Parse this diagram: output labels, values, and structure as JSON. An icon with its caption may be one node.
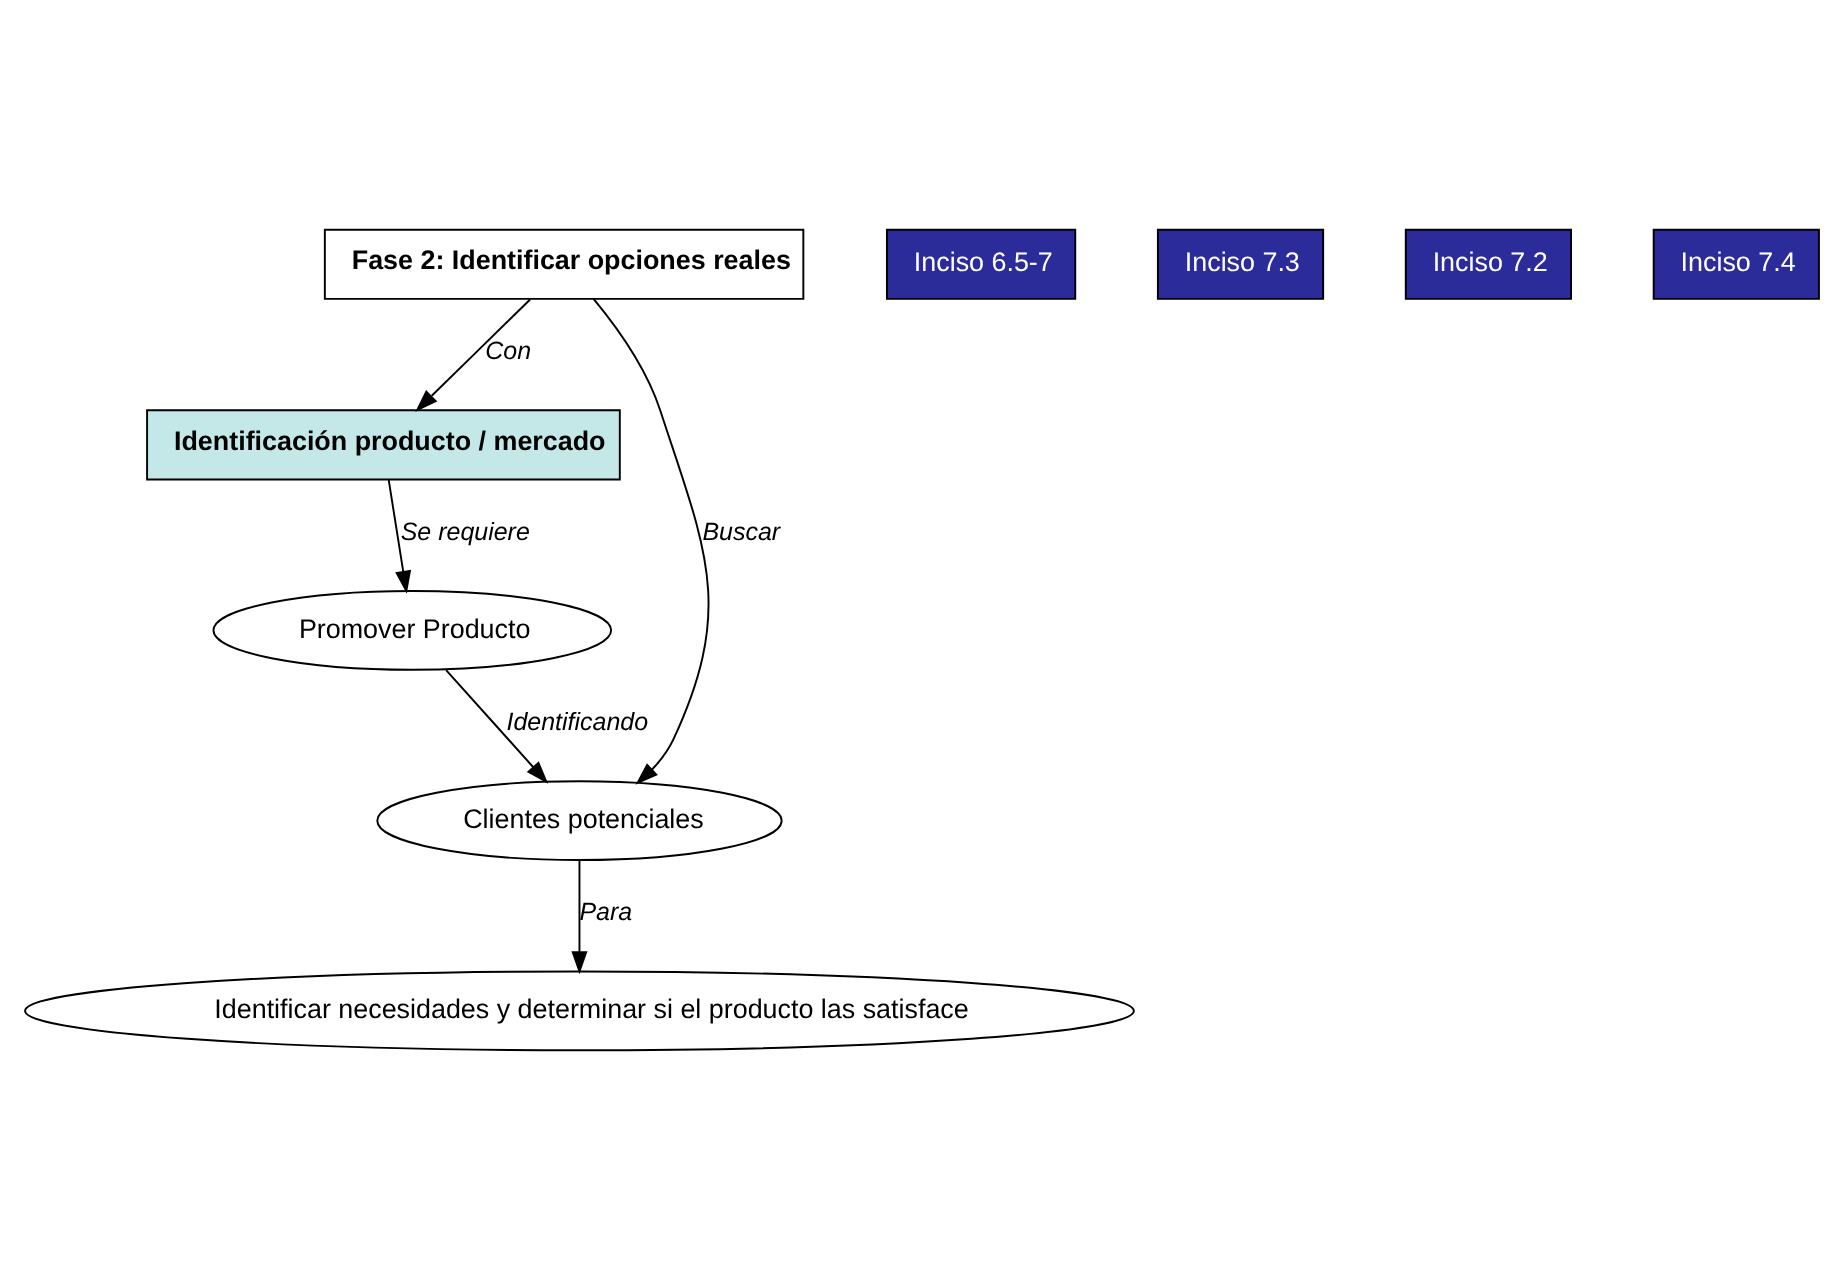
{
  "diagram": {
    "nodes": [
      {
        "text": [
          "Fase 2: Identificar opciones reales"
        ]
      },
      {
        "text": [
          "Inciso 6.5-7"
        ]
      },
      {
        "text": [
          "Identificación producto / mercado"
        ]
      },
      {
        "text": [
          "Promover Producto"
        ]
      },
      {
        "text": [
          "Clientes potenciales"
        ]
      },
      {
        "text": [
          "Inciso 7.3"
        ]
      },
      {
        "text": [
          "Inciso 7.2"
        ]
      },
      {
        "text": [
          "Identificar necesidades y determinar si el producto las satisface"
        ]
      },
      {
        "text": [
          "Inciso 7.4"
        ]
      }
    ],
    "edges": [
      {
        "from": 0,
        "to": 2,
        "arrow": "to",
        "label": "Con"
      },
      {
        "from": 0,
        "to": 4,
        "arrow": "to",
        "label": "Buscar"
      },
      {
        "from": 2,
        "to": 3,
        "arrow": "to",
        "label": "Se requiere"
      },
      {
        "from": 3,
        "to": 4,
        "arrow": "to",
        "label": "Identificando"
      },
      {
        "from": 4,
        "to": 7,
        "arrow": "to",
        "label": "Para"
      }
    ]
  }
}
